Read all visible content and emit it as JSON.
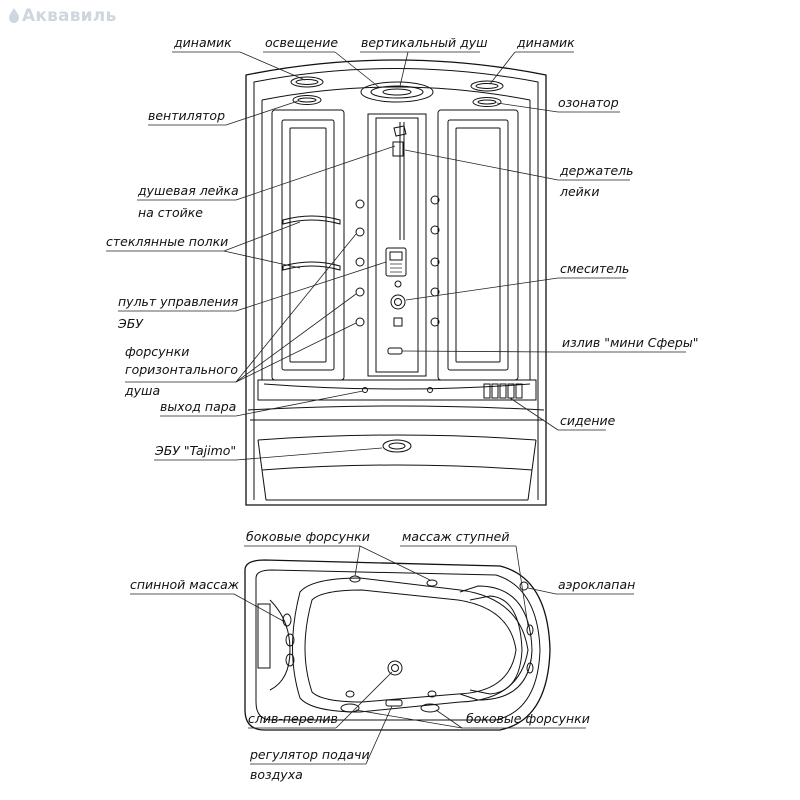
{
  "brand": {
    "name": "Аквавиль",
    "accent": "#cfd6de",
    "icon": "drop-icon"
  },
  "cabin_labels": {
    "speaker_left": "динамик",
    "lighting": "освещение",
    "vertical_shower": "вертикальный душ",
    "speaker_right": "динамик",
    "fan": "вентилятор",
    "ozonator": "озонатор",
    "holder_1": "держатель",
    "holder_2": "лейки",
    "hand_shower_1": "душевая лейка",
    "hand_shower_2": "на стойке",
    "glass_shelves": "стеклянные полки",
    "mixer": "смеситель",
    "control_panel_1": "пульт управления",
    "control_panel_2": "ЭБУ",
    "spout": "излив \"мини Сферы\"",
    "nozzles_1": "форсунки",
    "nozzles_2": "горизонтального",
    "nozzles_3": "душа",
    "steam_outlet": "выход пара",
    "seat": "сидение",
    "ecu": "ЭБУ \"Tajimo\""
  },
  "tub_labels": {
    "side_nozzles_top": "боковые форсунки",
    "foot_massage": "массаж ступней",
    "back_massage": "спинной массаж",
    "aero_valve": "аэроклапан",
    "drain": "слив-перелив",
    "side_nozzles_bottom": "боковые форсунки",
    "air_regulator_1": "регулятор подачи",
    "air_regulator_2": "воздуха"
  }
}
